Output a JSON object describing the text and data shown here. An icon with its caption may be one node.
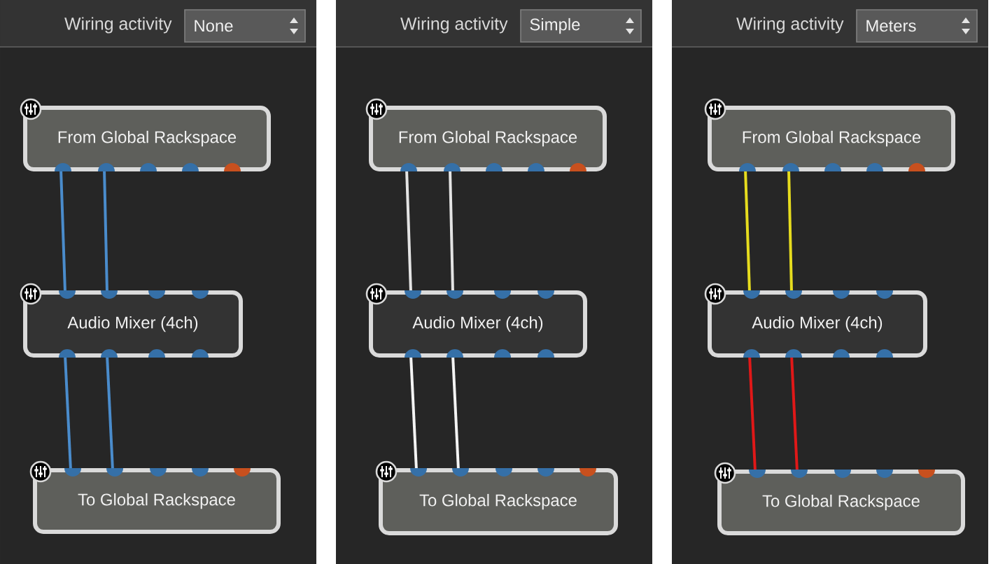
{
  "diagram": {
    "nodes": [
      {
        "text": [
          "From Global Rackspace"
        ]
      },
      {
        "text": [
          "Audio Mixer (4ch)"
        ]
      },
      {
        "text": [
          "To Global Rackspace"
        ]
      },
      {
        "text": [
          "From Global Rackspace"
        ]
      },
      {
        "text": [
          "Audio Mixer (4ch)"
        ]
      },
      {
        "text": [
          "To Global Rackspace"
        ]
      },
      {
        "text": [
          "From Global Rackspace"
        ]
      },
      {
        "text": [
          "Audio Mixer (4ch)"
        ]
      },
      {
        "text": [
          "To Global Rackspace"
        ]
      }
    ],
    "edges": [
      {
        "from": 0,
        "to": 1,
        "arrow": "none",
        "color": "#4a8ccc"
      },
      {
        "from": 0,
        "to": 1,
        "arrow": "none",
        "color": "#4a8ccc"
      },
      {
        "from": 1,
        "to": 2,
        "arrow": "none",
        "color": "#4a8ccc"
      },
      {
        "from": 1,
        "to": 2,
        "arrow": "none",
        "color": "#4a8ccc"
      },
      {
        "from": 3,
        "to": 4,
        "arrow": "none",
        "color": "#e4e4e4"
      },
      {
        "from": 3,
        "to": 4,
        "arrow": "none",
        "color": "#e4e4e4"
      },
      {
        "from": 4,
        "to": 5,
        "arrow": "none",
        "color": "#f4f4f4"
      },
      {
        "from": 4,
        "to": 5,
        "arrow": "none",
        "color": "#f4f4f4"
      },
      {
        "from": 6,
        "to": 7,
        "arrow": "none",
        "color": "#e6dc1e"
      },
      {
        "from": 6,
        "to": 7,
        "arrow": "none",
        "color": "#e6dc1e"
      },
      {
        "from": 7,
        "to": 8,
        "arrow": "none",
        "color": "#e01818"
      },
      {
        "from": 7,
        "to": 8,
        "arrow": "none",
        "color": "#e01818"
      }
    ],
    "labels": [
      "Wiring activity",
      "None",
      "Wiring activity",
      "Simple",
      "Wiring activity",
      "Meters"
    ]
  }
}
